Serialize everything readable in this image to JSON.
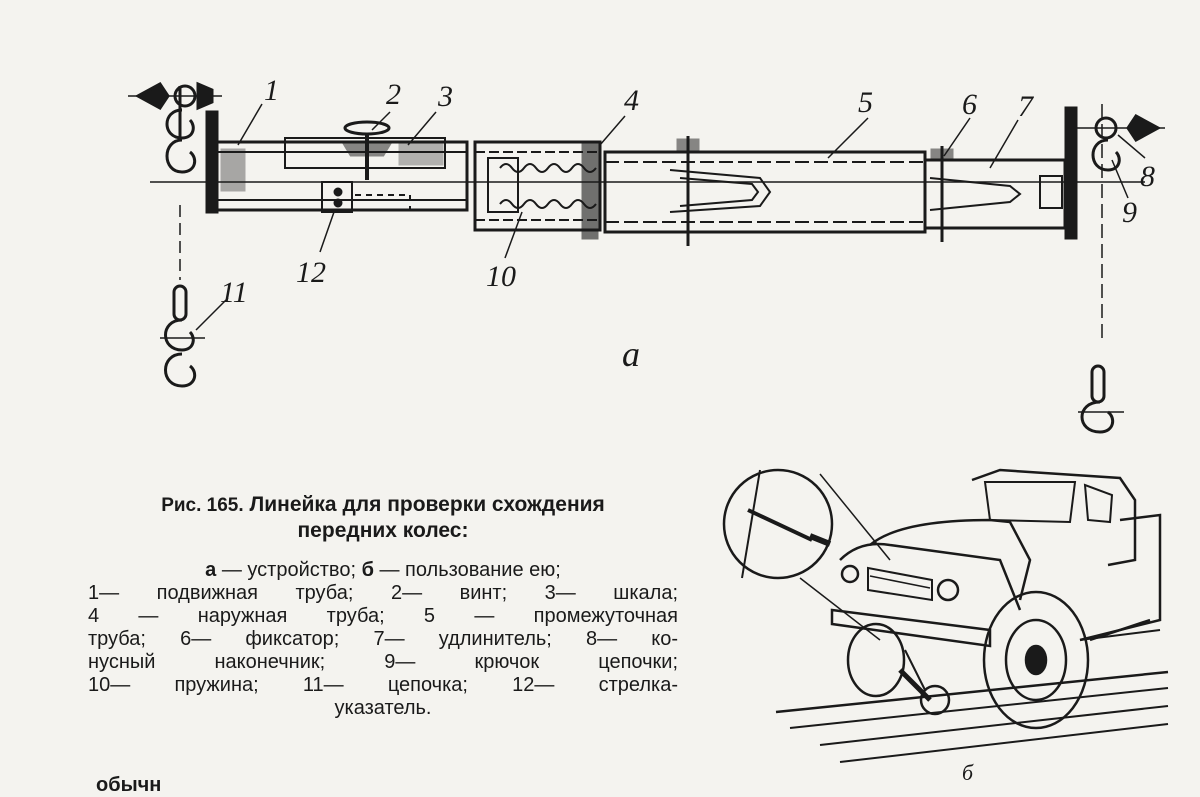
{
  "figure_a": {
    "part_labels": [
      "1",
      "2",
      "3",
      "4",
      "5",
      "6",
      "7",
      "8",
      "9",
      "10",
      "11",
      "12"
    ],
    "sublabel": "а"
  },
  "figure_b": {
    "sublabel": "б"
  },
  "caption": {
    "title_prefix": "Рис. 165.",
    "title_rest": "Линейка для проверки схождения",
    "title_line2": "передних колес:",
    "line1": [
      "а",
      " — устройство; ",
      "б",
      " — пользование ею;"
    ],
    "line2": "1— подвижная труба; 2— винт; 3— шкала;",
    "line3": "4 — наружная труба; 5 — промежуточная",
    "line4": "труба; 6— фиксатор; 7— удлинитель; 8— ко-",
    "line5": "нусный наконечник; 9— крючок цепочки;",
    "line6": "10— пружина; 11— цепочка; 12— стрелка-",
    "line7": "указатель."
  },
  "page_fragment": "обычн"
}
